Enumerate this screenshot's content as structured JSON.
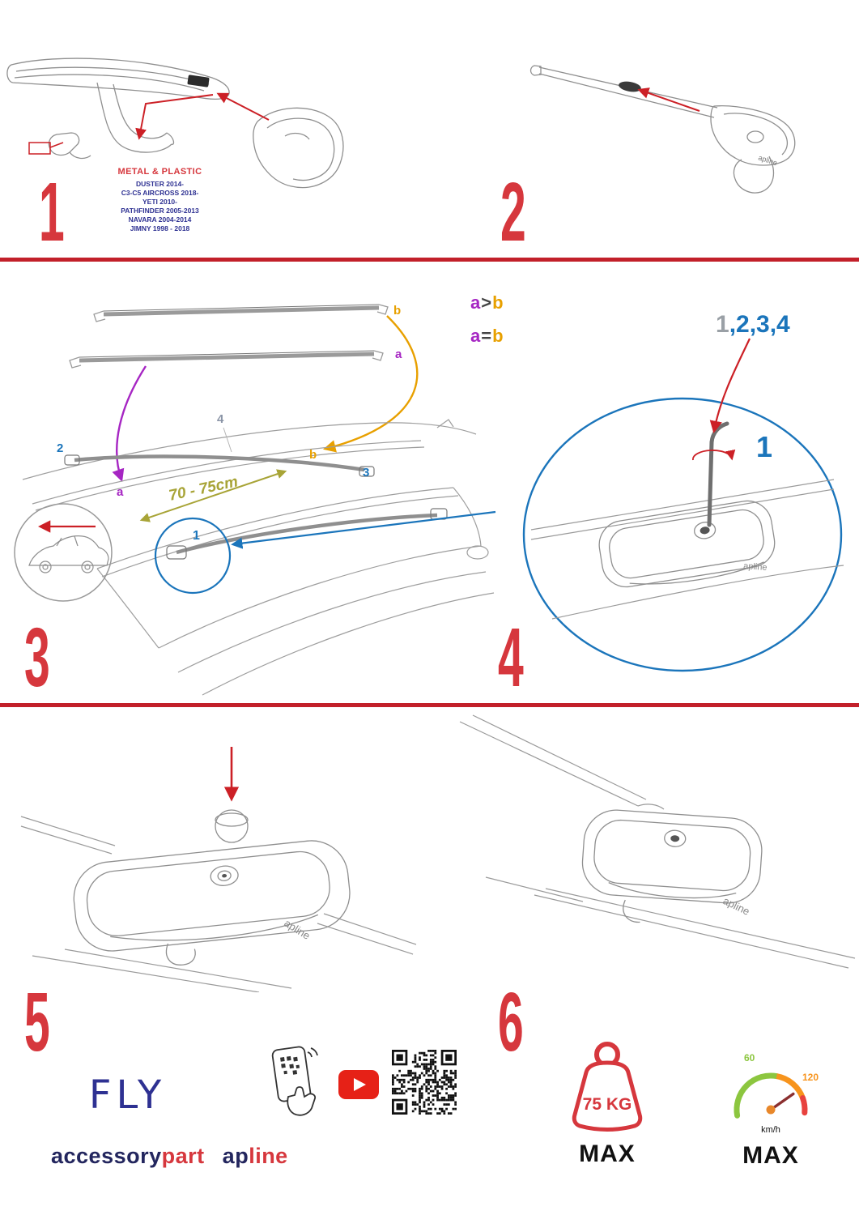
{
  "colors": {
    "red": "#cc2026",
    "step_red": "#d6373d",
    "navy": "#2e3192",
    "blue": "#1b75bb",
    "purple": "#a626c3",
    "orange": "#e8a000",
    "olive": "#a8a437",
    "green": "#8cc63f",
    "youtube_red": "#e62117"
  },
  "brand": "apline",
  "step1": {
    "number": "1",
    "material": "METAL & PLASTIC",
    "models": [
      "DUSTER 2014-",
      "C3-C5 AIRCROSS 2018-",
      "YETI 2010-",
      "PATHFINDER 2005-2013",
      "NAVARA 2004-2014",
      "JIMNY 1998 - 2018"
    ]
  },
  "step2": {
    "number": "2"
  },
  "step3": {
    "number": "3",
    "legend": {
      "r1a": "a",
      "r1op": ">",
      "r1b": "b",
      "r2a": "a",
      "r2op": "=",
      "r2b": "b"
    },
    "labels": {
      "bar_b": "b",
      "bar_a": "a",
      "roof_2": "2",
      "roof_4": "4",
      "roof_b": "b",
      "roof_3": "3",
      "roof_a": "a",
      "foot_1": "1"
    },
    "distance": "70 - 75cm"
  },
  "step4": {
    "number": "4",
    "seq_first": "1",
    "seq_rest": ",2,3,4",
    "callout": "1"
  },
  "step5": {
    "number": "5"
  },
  "step6": {
    "number": "6"
  },
  "footer": {
    "fly": "FLY",
    "accessory": "accessory",
    "part": "part",
    "ap": "ap",
    "line": "line",
    "weight_value": "75 KG",
    "weight_max": "MAX",
    "speed_60": "60",
    "speed_120": "120",
    "speed_unit": "km/h",
    "speed_max": "MAX"
  }
}
